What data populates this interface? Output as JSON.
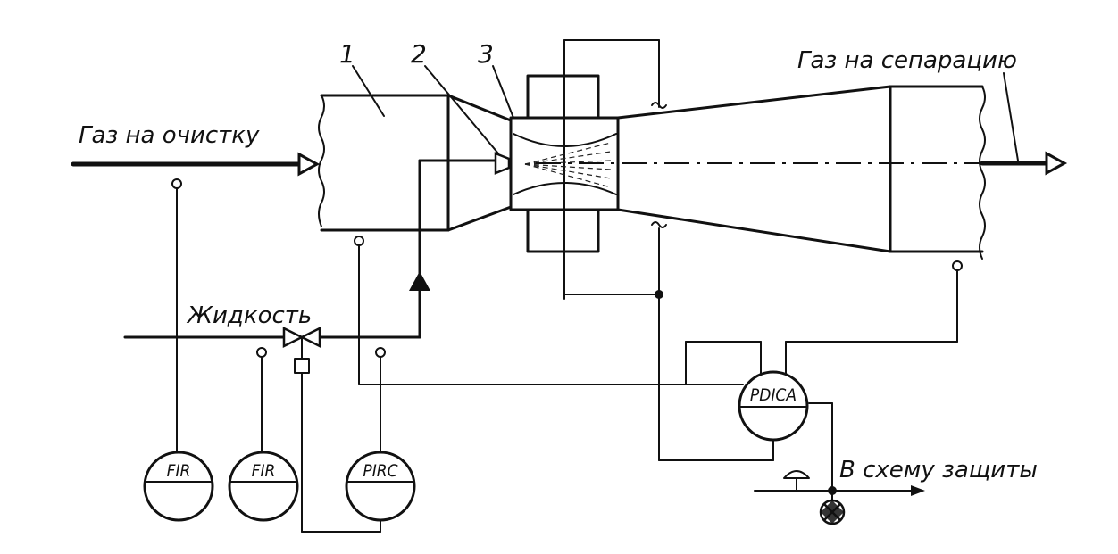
{
  "labels": {
    "gas_in": "Газ на очистку",
    "gas_out": "Газ на сепарацию",
    "liquid": "Жидкость",
    "protection": "В схему защиты"
  },
  "callouts": [
    "1",
    "2",
    "3"
  ],
  "instruments": {
    "fir_gas": "FIR",
    "fir_liquid": "FIR",
    "pirc": "PIRC",
    "pdica": "PDICA"
  }
}
